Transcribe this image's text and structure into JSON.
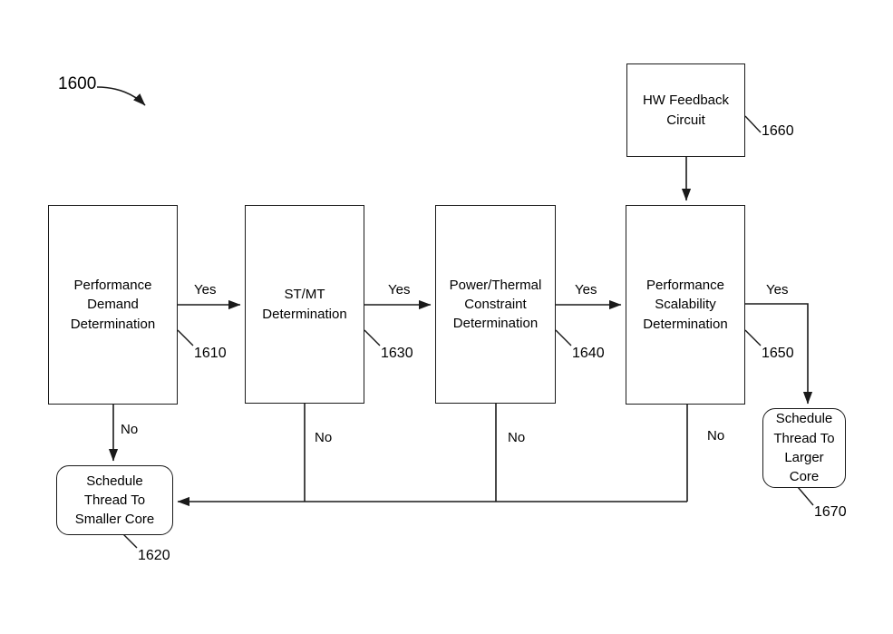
{
  "figure": {
    "id_label": "1600",
    "type": "flowchart"
  },
  "nodes": [
    {
      "key": "performance_demand",
      "label": "Performance\nDemand\nDetermination",
      "ref": "1610",
      "shape": "rectangle"
    },
    {
      "key": "st_mt",
      "label": "ST/MT\nDetermination",
      "ref": "1630",
      "shape": "rectangle"
    },
    {
      "key": "power_thermal",
      "label": "Power/Thermal\nConstraint\nDetermination",
      "ref": "1640",
      "shape": "rectangle"
    },
    {
      "key": "performance_scalability",
      "label": "Performance\nScalability\nDetermination",
      "ref": "1650",
      "shape": "rectangle"
    },
    {
      "key": "hw_feedback",
      "label": "HW Feedback\nCircuit",
      "ref": "1660",
      "shape": "rectangle"
    },
    {
      "key": "schedule_smaller",
      "label": "Schedule\nThread To\nSmaller Core",
      "ref": "1620",
      "shape": "rounded-rectangle"
    },
    {
      "key": "schedule_larger",
      "label": "Schedule\nThread To\nLarger\nCore",
      "ref": "1670",
      "shape": "rounded-rectangle"
    }
  ],
  "edge_labels": {
    "yes_1": "Yes",
    "yes_2": "Yes",
    "yes_3": "Yes",
    "yes_4": "Yes",
    "no_1": "No",
    "no_2": "No",
    "no_3": "No",
    "no_4": "No"
  },
  "colors": {
    "stroke": "#1a1a1a",
    "text": "#000000",
    "background": "#ffffff"
  }
}
